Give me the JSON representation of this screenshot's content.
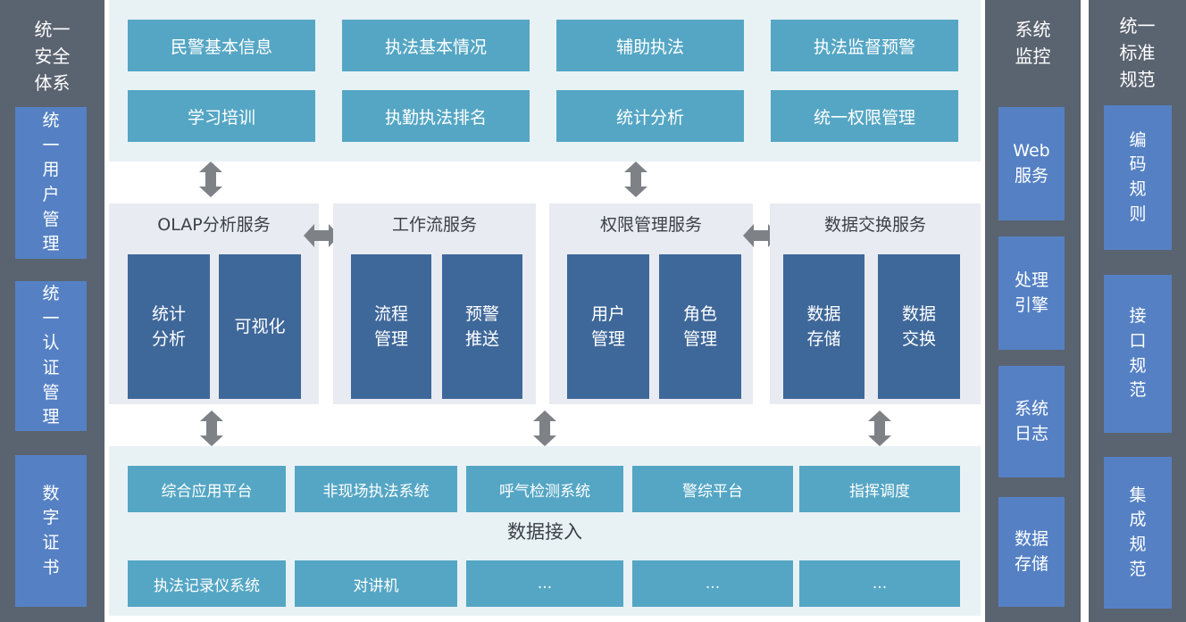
{
  "colors": {
    "teal_box": "#55a6c4",
    "light_teal_panel": "#e8f2f5",
    "service_panel": "#e9ebf2",
    "module_blue": "#3f689a",
    "sidebar_gray": "#5a6370",
    "sidebar_blue": "#5581c4",
    "arrow_gray": "#7e8287",
    "dark_text": "#3b4148"
  },
  "security_sidebar": {
    "title": "统一\n安全\n体系",
    "items": [
      "统\n一\n用\n户\n管\n理",
      "统\n一\n认\n证\n管\n理",
      "数\n字\n证\n书"
    ]
  },
  "application_layer": {
    "boxes": [
      "民警基本信息",
      "执法基本情况",
      "辅助执法",
      "执法监督预警",
      "学习培训",
      "执勤执法排名",
      "统计分析",
      "统一权限管理"
    ]
  },
  "service_layer": {
    "panels": [
      {
        "title": "OLAP分析服务",
        "modules": [
          "统计\n分析",
          "可视化"
        ]
      },
      {
        "title": "工作流服务",
        "modules": [
          "流程\n管理",
          "预警\n推送"
        ]
      },
      {
        "title": "权限管理服务",
        "modules": [
          "用户\n管理",
          "角色\n管理"
        ]
      },
      {
        "title": "数据交换服务",
        "modules": [
          "数据\n存储",
          "数据\n交换"
        ]
      }
    ]
  },
  "access_layer": {
    "systems": [
      "综合应用平台",
      "非现场执法系统",
      "呼气检测系统",
      "警综平台",
      "指挥调度"
    ],
    "label": "数据接入",
    "devices": [
      "执法记录仪系统",
      "对讲机",
      "...",
      "...",
      "..."
    ]
  },
  "monitor_sidebar": {
    "title": "系统\n监控",
    "items": [
      "Web\n服务",
      "处理\n引擎",
      "系统\n日志",
      "数据\n存储"
    ]
  },
  "standards_sidebar": {
    "title": "统一\n标准\n规范",
    "items": [
      "编\n码\n规\n则",
      "接\n口\n规\n范",
      "集\n成\n规\n范"
    ]
  }
}
